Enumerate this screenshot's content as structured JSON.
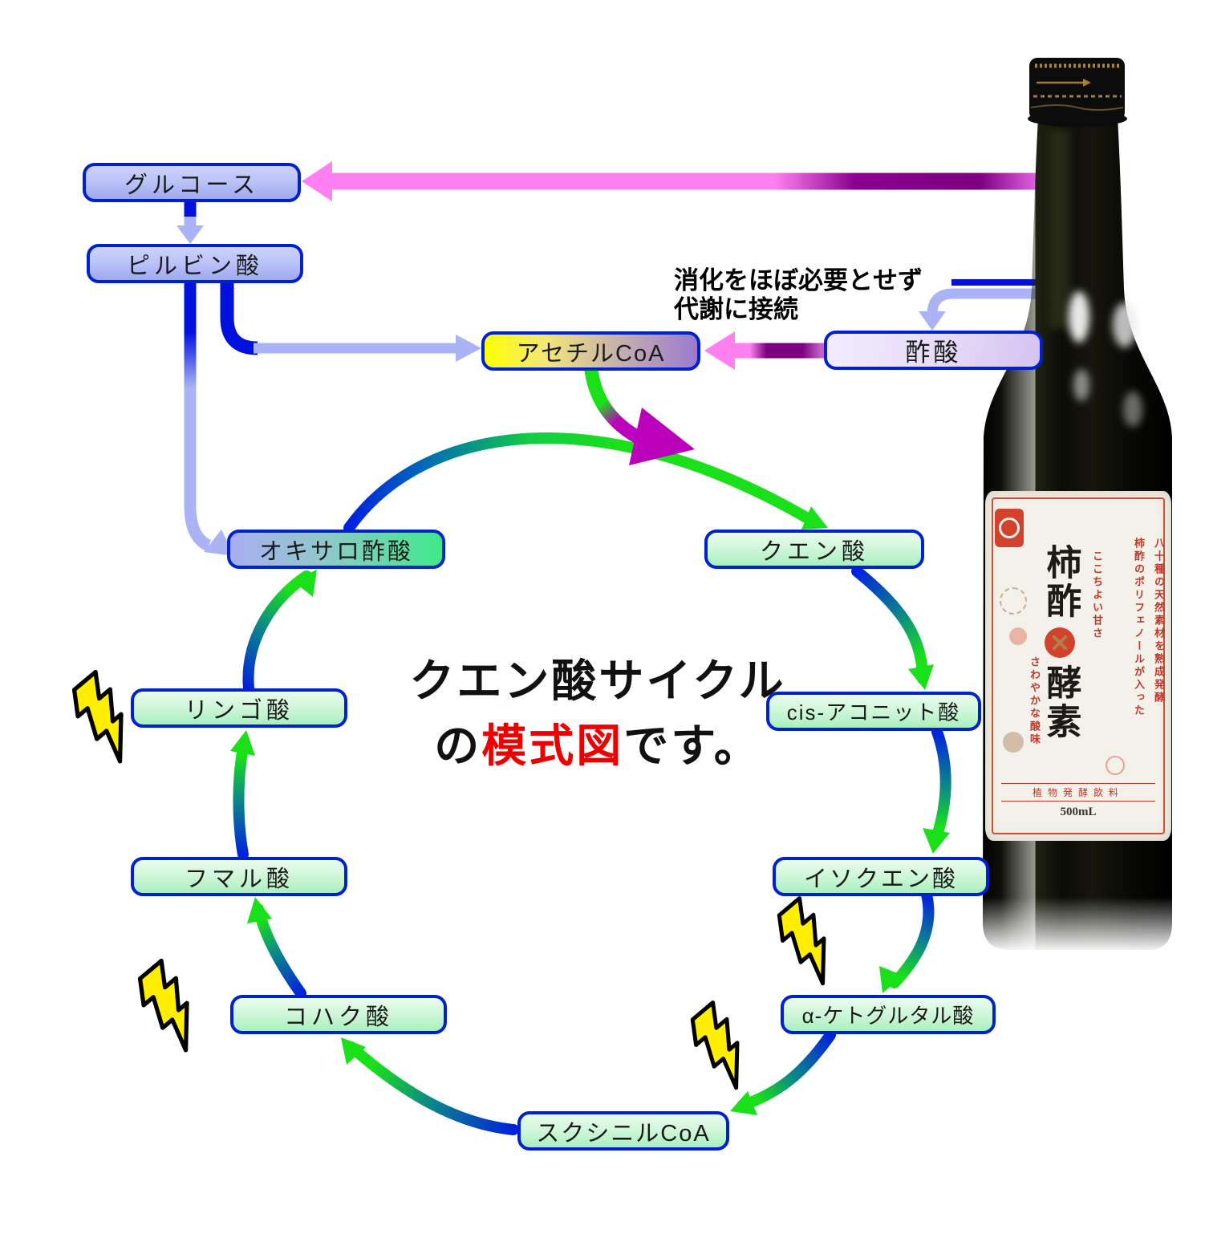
{
  "title": {
    "line1": "クエン酸サイクル",
    "line2_prefix": "の",
    "line2_highlight": "模式図",
    "line2_suffix": "です。"
  },
  "annotation": {
    "line1": "消化をほぼ必要とせず",
    "line2": "代謝に接続"
  },
  "glycolysis": {
    "glucose": "グルコース",
    "pyruvate": "ピルビン酸",
    "acetyl_coa": "アセチルCoA",
    "acetate": "酢酸"
  },
  "cycle": {
    "oxaloacetate": "オキサロ酢酸",
    "citrate": "クエン酸",
    "cis_aconitate": "cis-アコニット酸",
    "isocitrate": "イソクエン酸",
    "alpha_ketoglutarate": "α-ケトグルタル酸",
    "succinyl_coa": "スクシニルCoA",
    "succinate": "コハク酸",
    "fumarate": "フマル酸",
    "malate": "リンゴ酸"
  },
  "bottle": {
    "product_name_top": "柿酢",
    "product_name_bottom": "酵素",
    "slogan_right_outer": "八十種の天然素材を熟成発酵",
    "slogan_right_inner": "柿酢のポリフェノールが入った",
    "taste_note_1": "ここちよい甘さ",
    "taste_note_2": "さわやかな酸味",
    "category": "植物発酵飲料",
    "volume": "500mL"
  },
  "colors": {
    "node_border_blue": "#0022cc",
    "arrow_dark_blue": "#0011dd",
    "arrow_periwinkle": "#aab4f4",
    "arrow_pink": "#ff80f0",
    "arrow_dark_purple": "#7d0080",
    "cycle_green": "#1ae01a",
    "cycle_blue": "#0022dd",
    "feed_magenta": "#bb00bb",
    "bolt_yellow": "#ffee00",
    "label_red": "#c0392b",
    "title_red": "#ee0000"
  }
}
